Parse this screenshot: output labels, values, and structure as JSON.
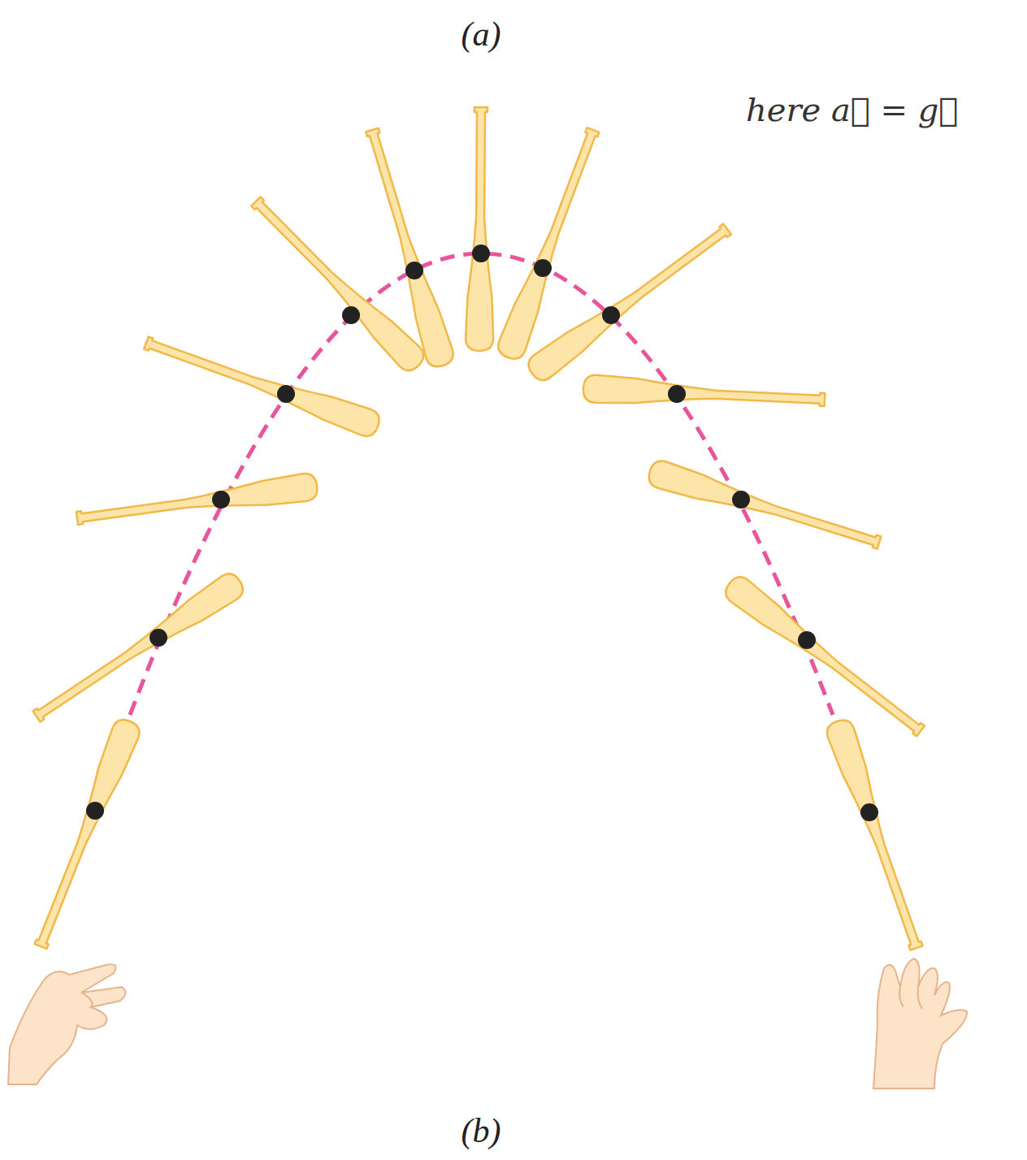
{
  "diagram": {
    "labels": [
      "(a)",
      "(b)",
      "here a⃗ = g⃗"
    ]
  }
}
